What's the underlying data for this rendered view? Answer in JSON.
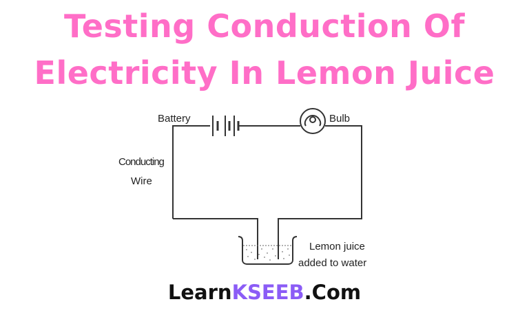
{
  "title": {
    "line1": "Testing Conduction Of",
    "line2": "Electricity In Lemon Juice",
    "color": "#ff6ec7"
  },
  "diagram": {
    "labels": {
      "battery": "Battery",
      "bulb": "Bulb",
      "conducting": "Conducting",
      "wire": "Wire",
      "lemon_line1": "Lemon juice",
      "lemon_line2": "added to water"
    },
    "components": [
      "battery-icon",
      "bulb-icon",
      "beaker-icon",
      "electrode-left",
      "electrode-right",
      "conducting-wire"
    ]
  },
  "footer": {
    "prefix": "Learn",
    "accent": "KSEEB",
    "suffix": ".Com",
    "accent_color": "#8b5cf6"
  }
}
